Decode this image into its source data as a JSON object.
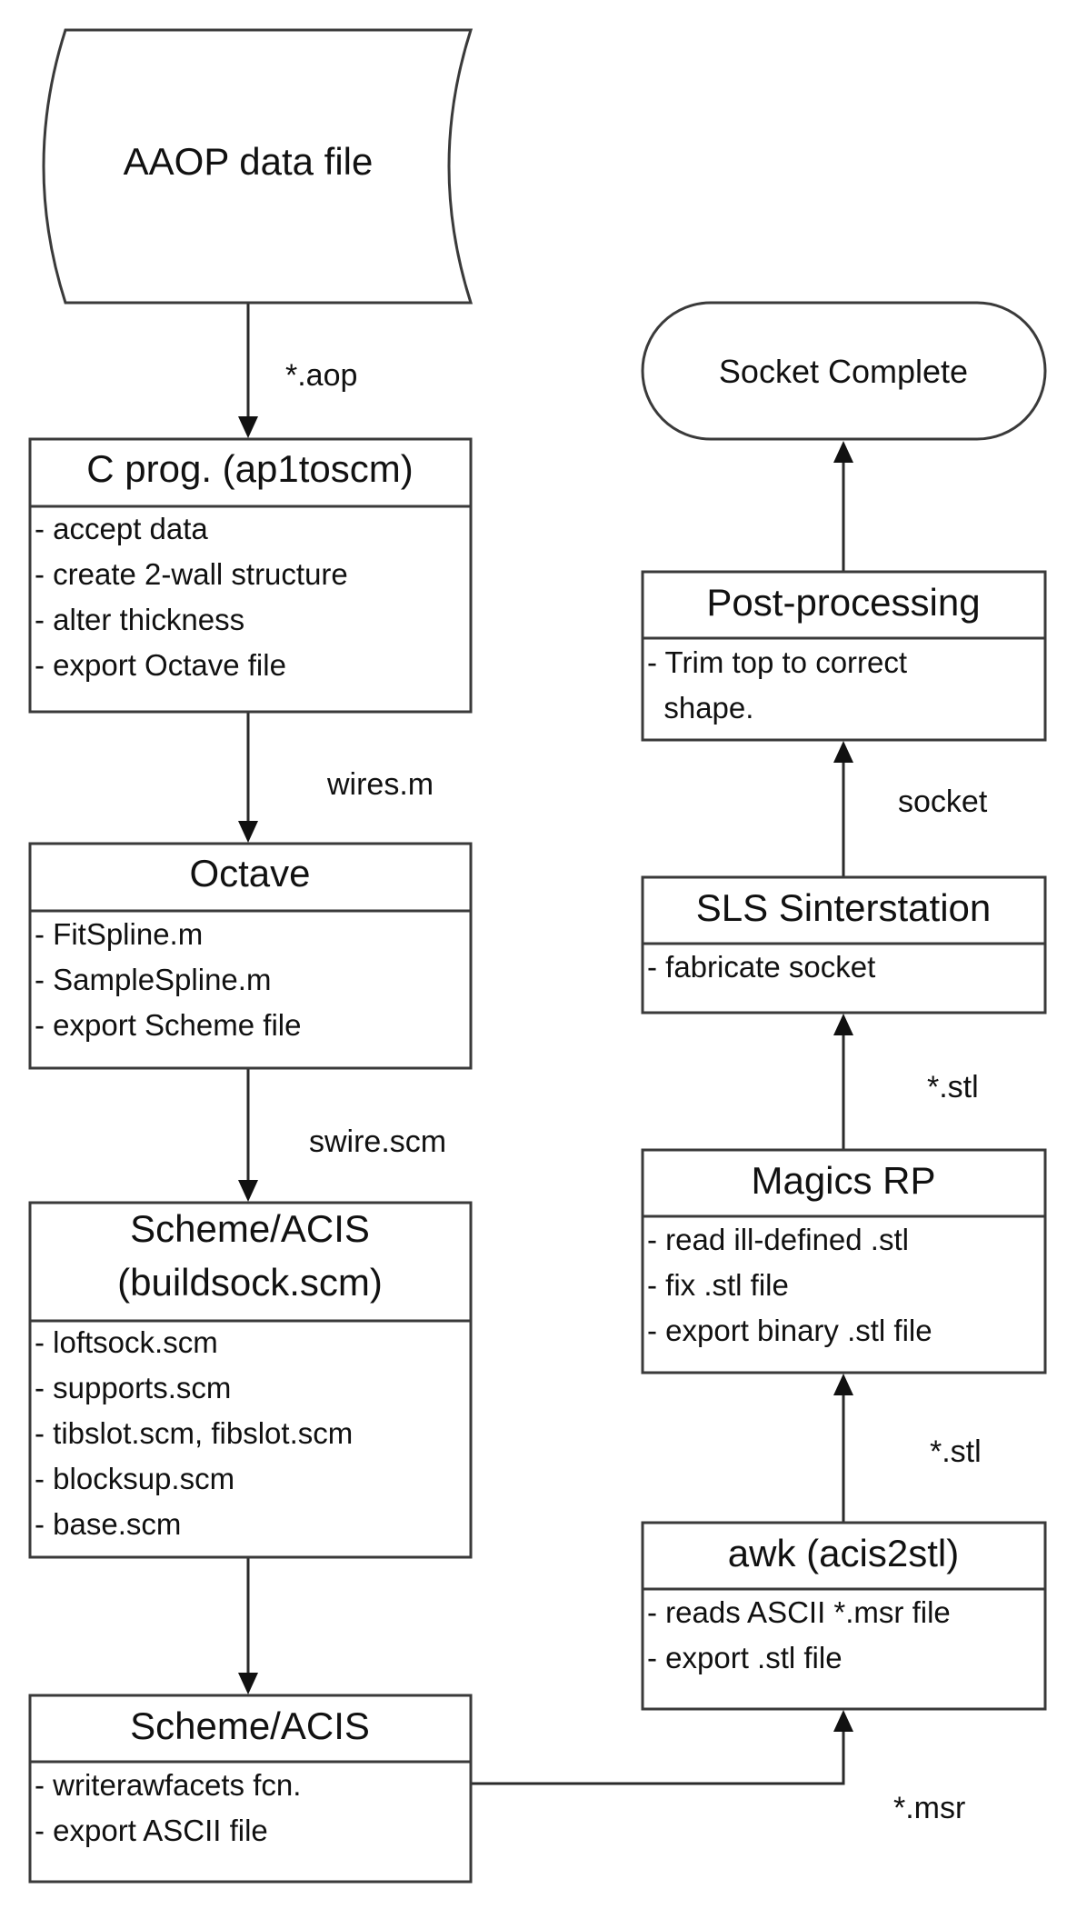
{
  "nodes": {
    "aaop": {
      "label": "AAOP data file"
    },
    "cprog": {
      "title": "C prog. (ap1toscm)",
      "lines": [
        "- accept data",
        "- create 2-wall structure",
        "- alter thickness",
        "- export Octave file"
      ]
    },
    "octave": {
      "title": "Octave",
      "lines": [
        "- FitSpline.m",
        "- SampleSpline.m",
        "- export Scheme file"
      ]
    },
    "scheme1": {
      "title_line1": "Scheme/ACIS",
      "title_line2": "(buildsock.scm)",
      "lines": [
        "- loftsock.scm",
        "- supports.scm",
        "- tibslot.scm, fibslot.scm",
        "- blocksup.scm",
        "- base.scm"
      ]
    },
    "scheme2": {
      "title": "Scheme/ACIS",
      "lines": [
        "- writerawfacets fcn.",
        "- export ASCII file"
      ]
    },
    "awk": {
      "title": "awk (acis2stl)",
      "lines": [
        "- reads ASCII *.msr file",
        "- export .stl file"
      ]
    },
    "magics": {
      "title": "Magics RP",
      "lines": [
        "- read ill-defined .stl",
        "- fix .stl file",
        "- export binary .stl file"
      ]
    },
    "sls": {
      "title": "SLS Sinterstation",
      "lines": [
        "- fabricate socket"
      ]
    },
    "post": {
      "title": "Post-processing",
      "lines": [
        "- Trim top to correct",
        "  shape."
      ]
    },
    "complete": {
      "label": "Socket Complete"
    }
  },
  "edges": {
    "aop": "*.aop",
    "wires": "wires.m",
    "swire": "swire.scm",
    "msr": "*.msr",
    "stl1": "*.stl",
    "stl2": "*.stl",
    "socket": "socket"
  }
}
